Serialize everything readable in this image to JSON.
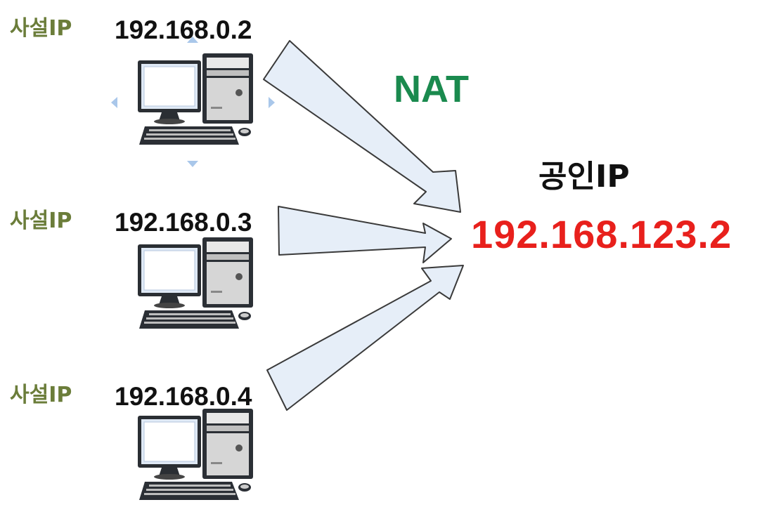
{
  "colors": {
    "private_label": "#6b7d3a",
    "nat": "#1a8a4e",
    "public_ip": "#e8201c",
    "arrow_fill": "#e6eef8",
    "arrow_stroke": "#3a3a3a",
    "selection_handle": "#a9c7ea"
  },
  "hosts": [
    {
      "label": "사설IP",
      "ip": "192.168.0.2",
      "icon": "desktop-computer-icon"
    },
    {
      "label": "사설IP",
      "ip": "192.168.0.3",
      "icon": "desktop-computer-icon"
    },
    {
      "label": "사설IP",
      "ip": "192.168.0.4",
      "icon": "desktop-computer-icon"
    }
  ],
  "nat": {
    "label": "NAT"
  },
  "public": {
    "label": "공인IP",
    "ip": "192.168.123.2"
  }
}
